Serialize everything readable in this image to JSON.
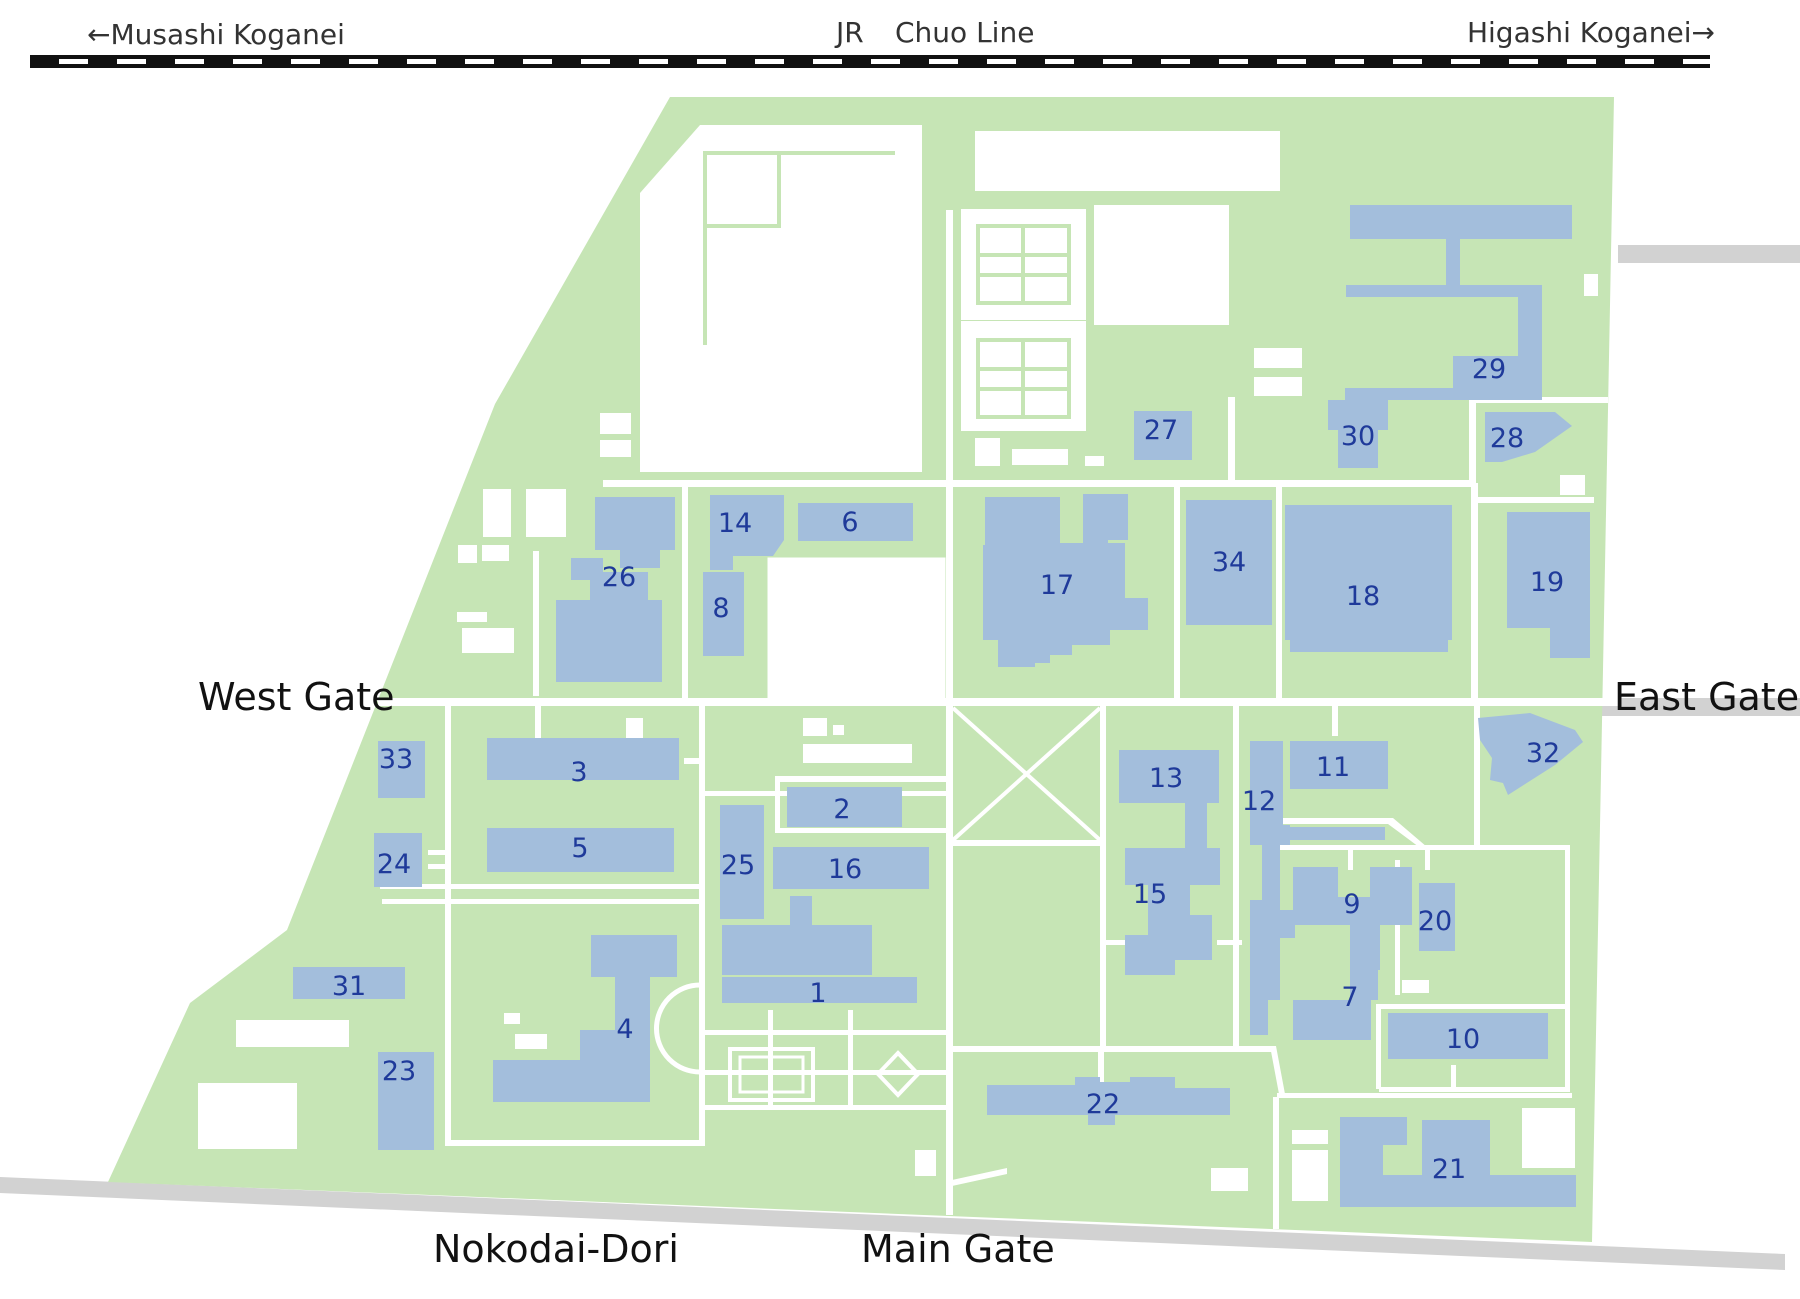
{
  "rail": {
    "left": "←Musashi Koganei",
    "jr": "JR",
    "line": "Chuo Line",
    "right": "Higashi Koganei→"
  },
  "gates": {
    "west": "West Gate",
    "east": "East Gate",
    "main": "Main Gate",
    "road": "Nokodai-Dori"
  },
  "buildings": {
    "b1": "1",
    "b2": "2",
    "b3": "3",
    "b4": "4",
    "b5": "5",
    "b6": "6",
    "b7": "7",
    "b8": "8",
    "b9": "9",
    "b10": "10",
    "b11": "11",
    "b12": "12",
    "b13": "13",
    "b14": "14",
    "b15": "15",
    "b16": "16",
    "b17": "17",
    "b18": "18",
    "b19": "19",
    "b20": "20",
    "b21": "21",
    "b22": "22",
    "b23": "23",
    "b24": "24",
    "b25": "25",
    "b26": "26",
    "b27": "27",
    "b28": "28",
    "b29": "29",
    "b30": "30",
    "b31": "31",
    "b32": "32",
    "b33": "33",
    "b34": "34"
  },
  "colors": {
    "campus": "#c6e5b5",
    "building": "#a3bedc",
    "label": "#1f3a9a",
    "road": "#d2d2d2"
  }
}
